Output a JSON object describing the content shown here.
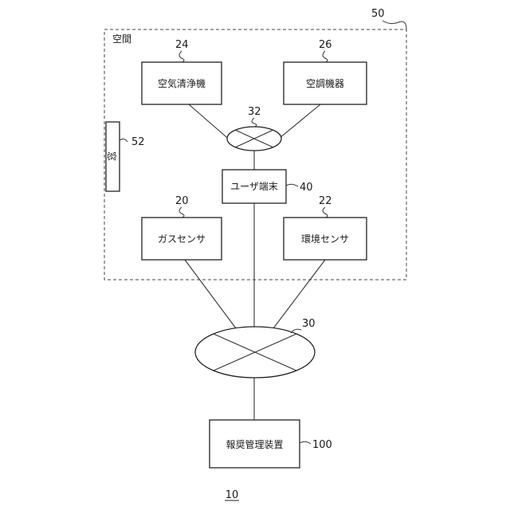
{
  "figure_number": "10",
  "space": {
    "label": "空間",
    "ref": "50"
  },
  "window": {
    "label": "窓",
    "ref": "52"
  },
  "air_purifier": {
    "label": "空気清浄機",
    "ref": "24"
  },
  "air_conditioner": {
    "label": "空調機器",
    "ref": "26"
  },
  "local_network": {
    "ref": "32"
  },
  "user_terminal": {
    "label": "ユーザ端末",
    "ref": "40"
  },
  "gas_sensor": {
    "label": "ガスセンサ",
    "ref": "20"
  },
  "environment_sensor": {
    "label": "環境センサ",
    "ref": "22"
  },
  "network": {
    "ref": "30"
  },
  "reward_management_device": {
    "label": "報奨管理装置",
    "ref": "100"
  }
}
